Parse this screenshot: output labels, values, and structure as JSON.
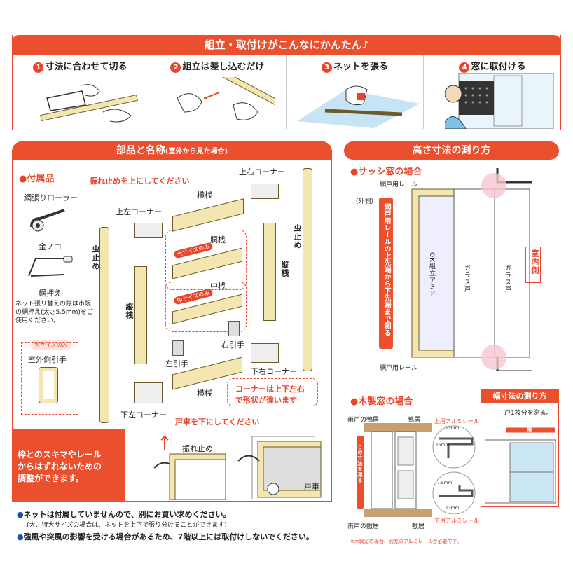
{
  "top": {
    "title": "組立・取付けがこんなにかんたん♪",
    "steps": [
      {
        "num": "1",
        "label": "寸法に合わせて切る"
      },
      {
        "num": "2",
        "label": "組立は差し込むだけ"
      },
      {
        "num": "3",
        "label": "ネットを張る"
      },
      {
        "num": "4",
        "label": "窓に取付ける"
      }
    ]
  },
  "parts": {
    "title": "部品と名称",
    "subtitle": "(室外から見た場合)",
    "accessories_title": "●付属品",
    "roller": "網張りローラー",
    "saw": "金ノコ",
    "net_press": "網押え",
    "net_note": "ネット張り替えの際は市販の網押え(太さ5.5mm)をご使用ください。",
    "large_only": "大サイズのみ",
    "outer_handle": "室外側引手",
    "note_swing": "振れ止めを上にしてください",
    "upper_left_corner": "上左コーナー",
    "upper_right_corner": "上右コーナー",
    "lower_left_corner": "下左コーナー",
    "lower_right_corner": "下右コーナー",
    "horizontal_bar": "横桟",
    "vertical_bar": "縦桟",
    "body_bar": "胴桟",
    "middle_bar": "中桟",
    "large_size_only": "大サイズのみ",
    "medium_size_only": "中サイズのみ",
    "insect_stop": "虫止め",
    "left_handle": "左引手",
    "right_handle": "右引手",
    "corner_note_1": "コーナーは上下左右",
    "corner_note_2": "で形状が違います",
    "note_roller": "戸車を下にしてください",
    "adjust_1": "枠とのスキマやレール",
    "adjust_2": "からはずれないための",
    "adjust_3": "調整ができます。",
    "swing_stop": "振れ止め",
    "roller_wheel": "戸車"
  },
  "height": {
    "title": "高さ寸法の測り方",
    "sash_title": "●サッシ窓の場合",
    "screen_rail_top": "網戸用レール",
    "screen_rail_bottom": "網戸用レール",
    "outside": "(外側)",
    "measure": "網戸用レールの上先端から下先端まで測る",
    "glass1": "ガラス戸",
    "glass2": "ガラス戸",
    "ok": "OK組立アミド",
    "indoor": "室内側",
    "wood_title": "●木製窓の場合",
    "rain_top": "雨戸の鴨居",
    "kamoi": "鴨居",
    "upper_rail": "上用アルミレール",
    "wood_measure": "この寸法を測る",
    "rain_bottom": "雨戸の敷居",
    "shikii": "敷居",
    "lower_rail": "下用アルミレール",
    "dim_13a": "13mm",
    "dim_15": "15mm",
    "dim_75": "7.5mm",
    "dim_13b": "13mm",
    "wood_note": "※木製窓の場合、別売のアルミレールが必要です。"
  },
  "width": {
    "title": "幅寸法の測り方",
    "note": "戸1枚分を測る。",
    "width_label": "幅"
  },
  "notes": {
    "line1": "ネットは付属していませんので、別にお買い求めください。",
    "line1_sub": "(大、特大サイズの場合は、ネットを上下で張り分けることができます)",
    "line2": "強風や突風の影響を受ける場合があるため、7階以上には取付けしないでください。"
  },
  "colors": {
    "accent": "#ea4f2e",
    "frame": "#f3e6b0",
    "note_blue": "#1a4fa8"
  }
}
